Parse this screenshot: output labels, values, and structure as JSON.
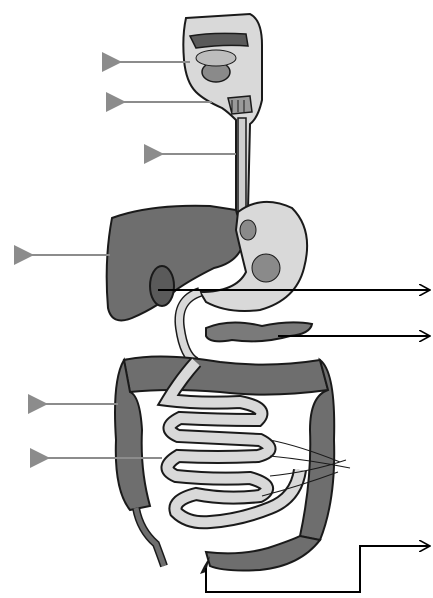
{
  "diagram": {
    "subject": "digestive-system",
    "labels": [],
    "colors": {
      "background": "#ffffff",
      "outline": "#1a1a1a",
      "organ_light": "#d9d9d9",
      "organ_mid": "#a6a6a6",
      "organ_dark": "#6e6e6e",
      "organ_darker": "#5a5a5a",
      "gray_arrow": "#8c8c8c",
      "black_arrow": "#000000"
    },
    "leader_arrows": [
      {
        "name": "gray-arrow-nasal",
        "style": "gray"
      },
      {
        "name": "gray-arrow-mouth",
        "style": "gray"
      },
      {
        "name": "gray-arrow-esophagus",
        "style": "gray"
      },
      {
        "name": "gray-arrow-liver",
        "style": "gray"
      },
      {
        "name": "black-arrow-gallbladder",
        "style": "black"
      },
      {
        "name": "black-arrow-pancreas",
        "style": "black"
      },
      {
        "name": "gray-arrow-large-intestine",
        "style": "gray"
      },
      {
        "name": "gray-arrow-small-intestine",
        "style": "gray"
      },
      {
        "name": "black-arrow-rectum",
        "style": "black"
      }
    ]
  }
}
